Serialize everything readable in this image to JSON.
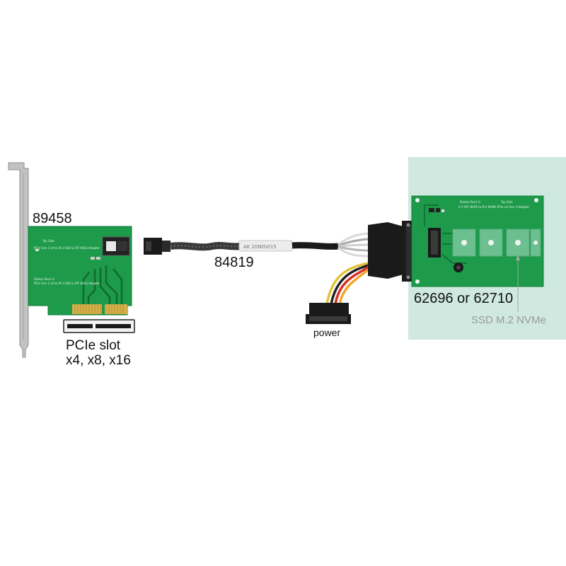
{
  "labels": {
    "adapter_card": "89458",
    "cable": "84819",
    "pcie_line1": "PCIe slot",
    "pcie_line2": "x4, x8, x16",
    "power": "power",
    "ssd_adapter": "62696 or 62710",
    "ssd_type": "SSD M.2 NVMe",
    "cable_print": "AK 20NDVI15"
  },
  "pcb_text": {
    "left_top": "Top Side",
    "left_model": "Delock Rev1.0",
    "left_desc": "PCIe Gen 3 x4 to M.2 SSD & SFF-8643 Adapter",
    "right_model": "Delock Rev1.0",
    "right_top": "Top Side",
    "right_desc": "U.2 SFF-8639 to M.2 NVMe PCIe x4 Gen 3 Adapter"
  },
  "colors": {
    "pcb_green": "#1d9a4a",
    "pcb_trace": "#0f6b30",
    "highlight_box": "#cfe9e1",
    "bracket": "#b9b9b9",
    "cable_black": "#1a1a1a"
  }
}
